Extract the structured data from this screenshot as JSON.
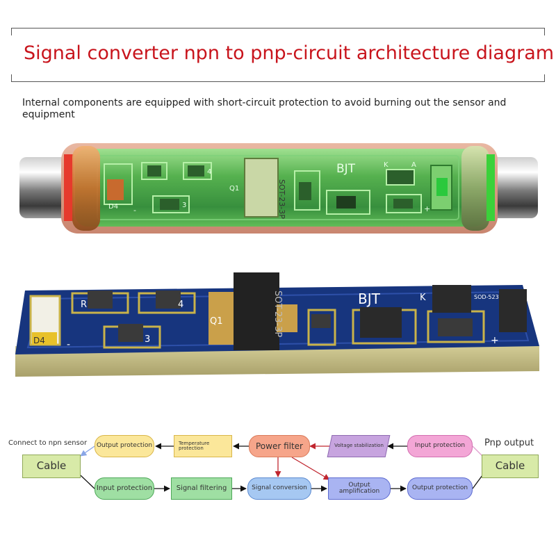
{
  "header": {
    "title": "Signal converter npn to pnp-circuit architecture diagram",
    "subtitle": "Internal components are equipped with short-circuit protection to avoid burning out the sensor and equipment"
  },
  "tube_labels": {
    "chip": "SOT-23-3P",
    "bjt": "BJT",
    "q1": "Q1",
    "d4": "D4",
    "r4": "4",
    "r3": "3",
    "k": "K",
    "a": "A",
    "plus": "+",
    "minus": "-"
  },
  "board_labels": {
    "chip": "SOT-23-3P",
    "bjt": "BJT",
    "q1": "Q1",
    "d4": "D4",
    "r4": "4",
    "r3": "3",
    "r": "R",
    "k": "K",
    "sod": "SOD-523",
    "plus": "+",
    "minus": "-"
  },
  "flow": {
    "left_caption": "Connect to npn sensor",
    "right_caption": "Pnp output",
    "cable_left": "Cable",
    "cable_right": "Cable",
    "top_row": [
      "Output protection",
      "Temperature protection",
      "Power filter",
      "Voltage stabilization",
      "Input protection"
    ],
    "bottom_row": [
      "Input protection",
      "Signal filtering",
      "Signal conversion",
      "Output amplification",
      "Output protection"
    ]
  },
  "colors": {
    "title_red": "#c8141c",
    "pcb_blue": "#17357e",
    "tube_green": "#3ea84a"
  }
}
